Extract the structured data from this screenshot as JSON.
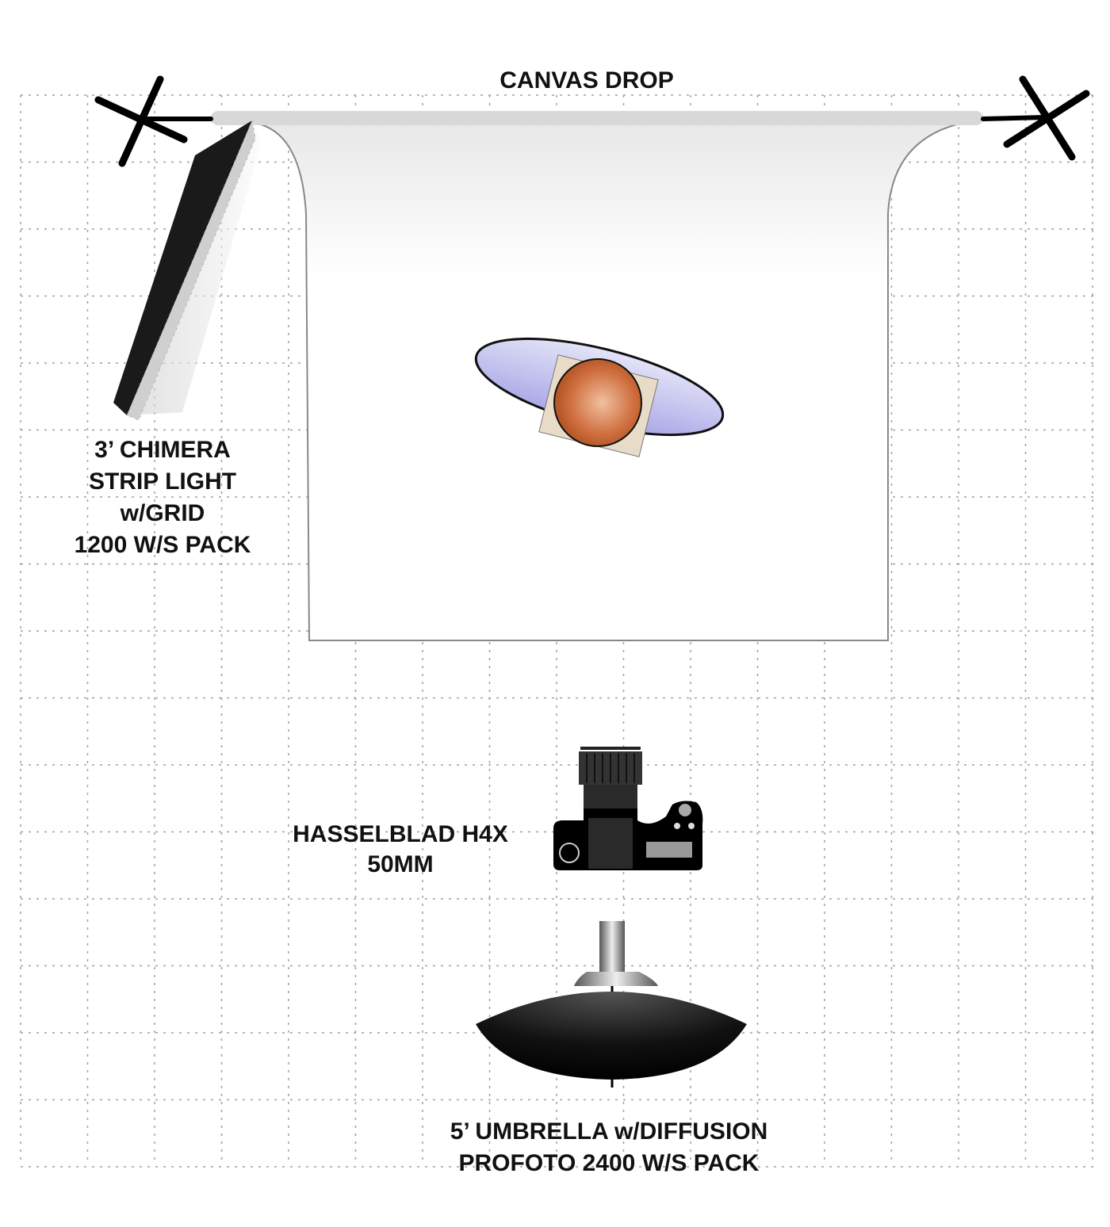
{
  "labels": {
    "backdrop": "CANVAS DROP",
    "strip_light": [
      "3’ CHIMERA",
      "STRIP LIGHT",
      "w/GRID",
      "1200 W/S PACK"
    ],
    "camera": [
      "HASSELBLAD H4X",
      "50MM"
    ],
    "umbrella": [
      "5’ UMBRELLA w/DIFFUSION",
      "PROFOTO 2400 W/S PACK"
    ]
  },
  "colors": {
    "grid": "#9a9a9a",
    "subject_head": "#c8642e",
    "subject_body": "#c9c8f0",
    "equipment": "#111111"
  }
}
